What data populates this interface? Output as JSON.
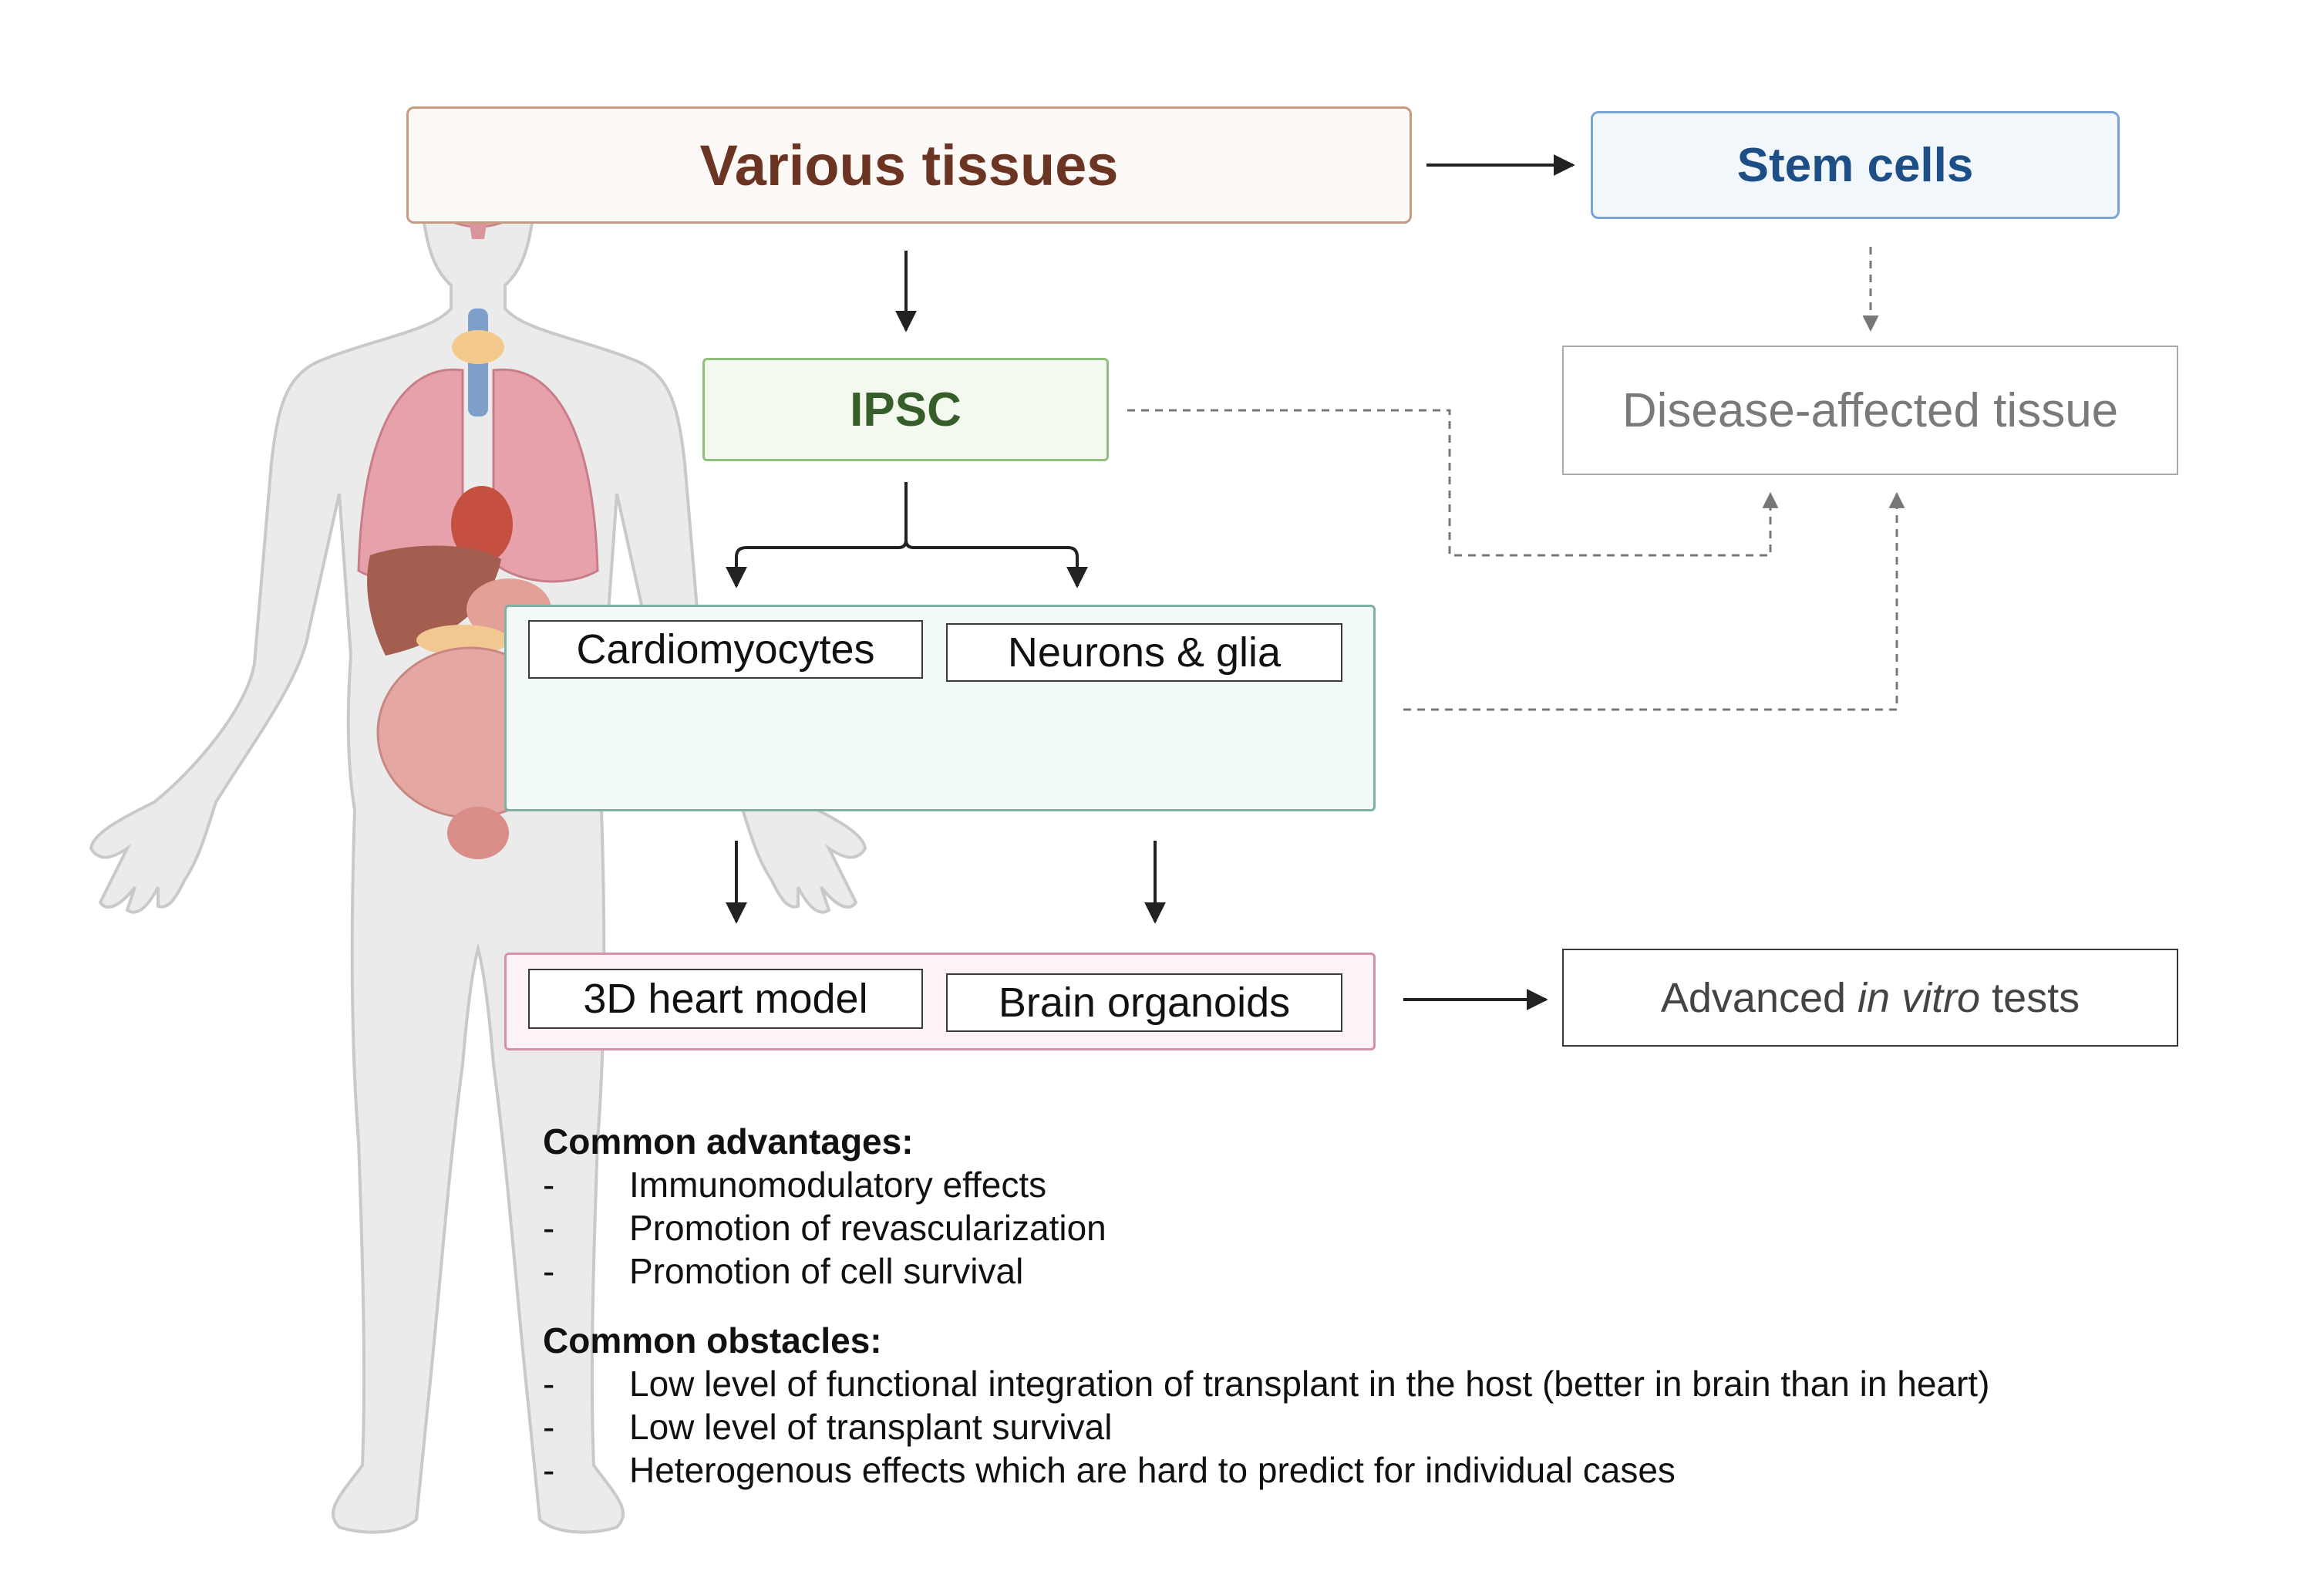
{
  "boxes": {
    "various_tissues": "Various tissues",
    "stem_cells": "Stem cells",
    "ipsc": "IPSC",
    "disease_affected_tissue": "Disease-affected tissue",
    "cardiomyocytes": "Cardiomyocytes",
    "neurons_glia": "Neurons & glia",
    "heart_model": "3D heart model",
    "brain_organoids": "Brain organoids",
    "advanced_tests": {
      "before": "Advanced ",
      "italic": "in vitro",
      "after": " tests"
    }
  },
  "advantages": {
    "heading": "Common advantages:",
    "items": [
      "Immunomodulatory effects",
      "Promotion of revascularization",
      "Promotion of cell survival"
    ]
  },
  "obstacles": {
    "heading": "Common obstacles:",
    "items": [
      "Low level of functional integration of transplant in the host (better in brain than in heart)",
      "Low level of transplant survival",
      "Heterogenous effects which are hard to predict for individual cases"
    ]
  },
  "bullet": "-",
  "colors": {
    "various_text": "#6b3423",
    "stem_text": "#1d4f86",
    "ipsc_text": "#355e2b",
    "disease_text": "#7a7a7a",
    "cells_panel": "#f1faf8",
    "models_panel": "#fdf3f6"
  }
}
